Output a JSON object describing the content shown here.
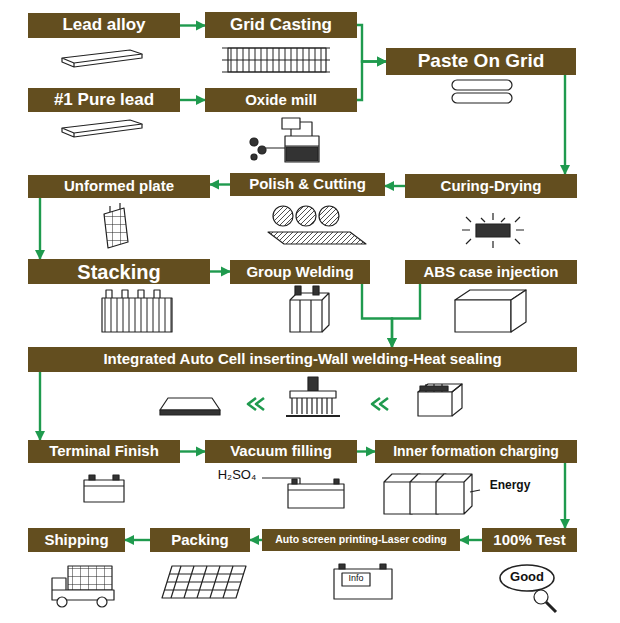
{
  "diagram": {
    "nodes": [
      {
        "text": [
          "Lead alloy"
        ]
      },
      {
        "text": [
          "Grid Casting"
        ]
      },
      {
        "text": [
          "#1 Pure lead"
        ]
      },
      {
        "text": [
          "Oxide mill"
        ]
      },
      {
        "text": [
          "Paste On Grid"
        ]
      },
      {
        "text": [
          "Curing-Drying"
        ]
      },
      {
        "text": [
          "Polish & Cutting"
        ]
      },
      {
        "text": [
          "Unformed plate"
        ]
      },
      {
        "text": [
          "Stacking"
        ]
      },
      {
        "text": [
          "Group Welding"
        ]
      },
      {
        "text": [
          "ABS case injection"
        ]
      },
      {
        "text": [
          "Integrated Auto Cell inserting-Wall welding-Heat sealing"
        ]
      },
      {
        "text": [
          "Terminal Finish"
        ]
      },
      {
        "text": [
          "Vacuum filling"
        ]
      },
      {
        "text": [
          "Inner formation charging"
        ]
      },
      {
        "text": [
          "Shipping"
        ]
      },
      {
        "text": [
          "Packing"
        ]
      },
      {
        "text": [
          "Auto screen printing-Laser coding"
        ]
      },
      {
        "text": [
          "100% Test"
        ]
      }
    ],
    "edges": [
      {
        "from": 0,
        "to": 1,
        "arrow": "to"
      },
      {
        "from": 2,
        "to": 3,
        "arrow": "to"
      },
      {
        "from": 1,
        "to": 4,
        "arrow": "to"
      },
      {
        "from": 3,
        "to": 4,
        "arrow": "to"
      },
      {
        "from": 4,
        "to": 5,
        "arrow": "to"
      },
      {
        "from": 5,
        "to": 6,
        "arrow": "to"
      },
      {
        "from": 6,
        "to": 7,
        "arrow": "to"
      },
      {
        "from": 7,
        "to": 8,
        "arrow": "to"
      },
      {
        "from": 8,
        "to": 9,
        "arrow": "to"
      },
      {
        "from": 9,
        "to": 11,
        "arrow": "to"
      },
      {
        "from": 10,
        "to": 11,
        "arrow": "to"
      },
      {
        "from": 11,
        "to": 12,
        "arrow": "to"
      },
      {
        "from": 12,
        "to": 13,
        "arrow": "to"
      },
      {
        "from": 13,
        "to": 14,
        "arrow": "to"
      },
      {
        "from": 14,
        "to": 18,
        "arrow": "to"
      },
      {
        "from": 18,
        "to": 17,
        "arrow": "to"
      },
      {
        "from": 17,
        "to": 16,
        "arrow": "to"
      },
      {
        "from": 16,
        "to": 15,
        "arrow": "to"
      }
    ],
    "labels": [
      "H₂SO₄",
      "Energy",
      "Info",
      "Good"
    ]
  }
}
